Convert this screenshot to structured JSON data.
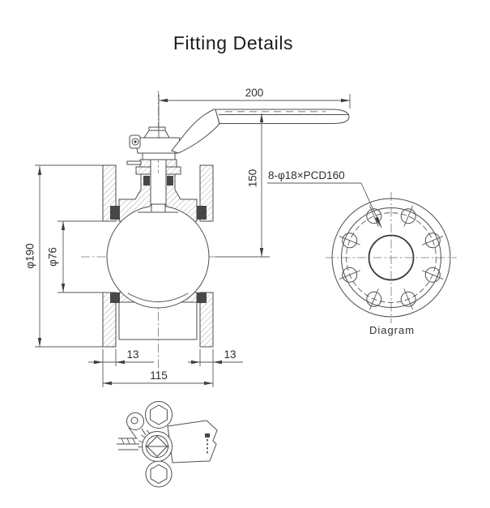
{
  "title": "Fitting Details",
  "dimensions": {
    "handle_length": "200",
    "stem_height": "150",
    "bolt_pattern": "8-φ18×PCD160",
    "flange_od": "φ190",
    "bore_dia": "φ76",
    "flange_thk_left": "13",
    "flange_thk_right": "13",
    "face_to_face": "115"
  },
  "flange_view": {
    "caption": "Diagram"
  },
  "colors": {
    "line": "#4d4d4d",
    "thin": "#787878",
    "dark_fill": "#474747",
    "text": "#2e2e2e",
    "background": "#ffffff"
  }
}
